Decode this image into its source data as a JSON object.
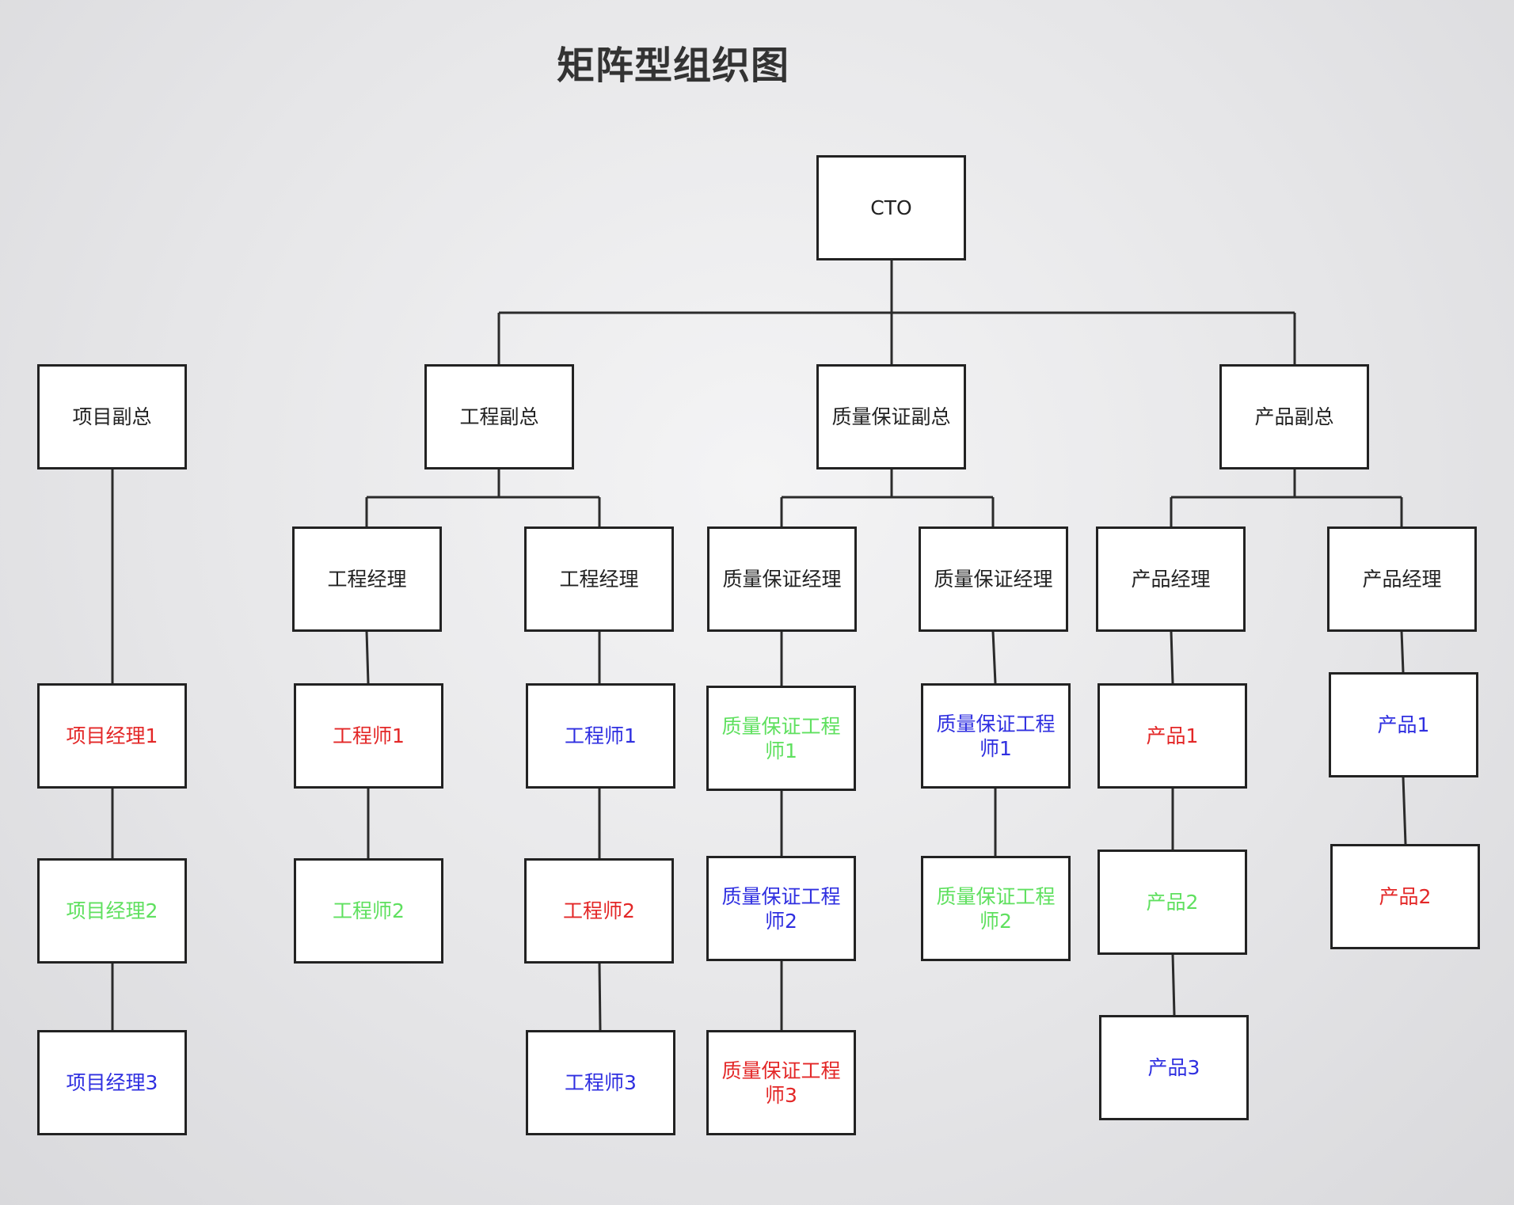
{
  "title": "矩阵型组织图",
  "colors": {
    "red": "#e32727",
    "green": "#5fe05f",
    "blue": "#2f2fe0",
    "black": "#222222"
  },
  "nodes": {
    "cto": {
      "label": "CTO",
      "color": "black"
    },
    "vp_proj": {
      "label": "项目副总",
      "color": "black"
    },
    "vp_eng": {
      "label": "工程副总",
      "color": "black"
    },
    "vp_qa": {
      "label": "质量保证副总",
      "color": "black"
    },
    "vp_prod": {
      "label": "产品副总",
      "color": "black"
    },
    "em1": {
      "label": "工程经理",
      "color": "black"
    },
    "em2": {
      "label": "工程经理",
      "color": "black"
    },
    "qam1": {
      "label": "质量保证经理",
      "color": "black"
    },
    "qam2": {
      "label": "质量保证经理",
      "color": "black"
    },
    "pm1": {
      "label": "产品经理",
      "color": "black"
    },
    "pm2": {
      "label": "产品经理",
      "color": "black"
    },
    "proj_m1": {
      "label": "项目经理1",
      "color": "red"
    },
    "proj_m2": {
      "label": "项目经理2",
      "color": "green"
    },
    "proj_m3": {
      "label": "项目经理3",
      "color": "blue"
    },
    "em1_e1": {
      "label": "工程师1",
      "color": "red"
    },
    "em1_e2": {
      "label": "工程师2",
      "color": "green"
    },
    "em2_e1": {
      "label": "工程师1",
      "color": "blue"
    },
    "em2_e2": {
      "label": "工程师2",
      "color": "red"
    },
    "em2_e3": {
      "label": "工程师3",
      "color": "blue"
    },
    "qam1_e1": {
      "label": "质量保证工程师1",
      "color": "green"
    },
    "qam1_e2": {
      "label": "质量保证工程师2",
      "color": "blue"
    },
    "qam1_e3": {
      "label": "质量保证工程师3",
      "color": "red"
    },
    "qam2_e1": {
      "label": "质量保证工程师1",
      "color": "blue"
    },
    "qam2_e2": {
      "label": "质量保证工程师2",
      "color": "green"
    },
    "pm1_p1": {
      "label": "产品1",
      "color": "red"
    },
    "pm1_p2": {
      "label": "产品2",
      "color": "green"
    },
    "pm1_p3": {
      "label": "产品3",
      "color": "blue"
    },
    "pm2_p1": {
      "label": "产品1",
      "color": "blue"
    },
    "pm2_p2": {
      "label": "产品2",
      "color": "red"
    }
  }
}
